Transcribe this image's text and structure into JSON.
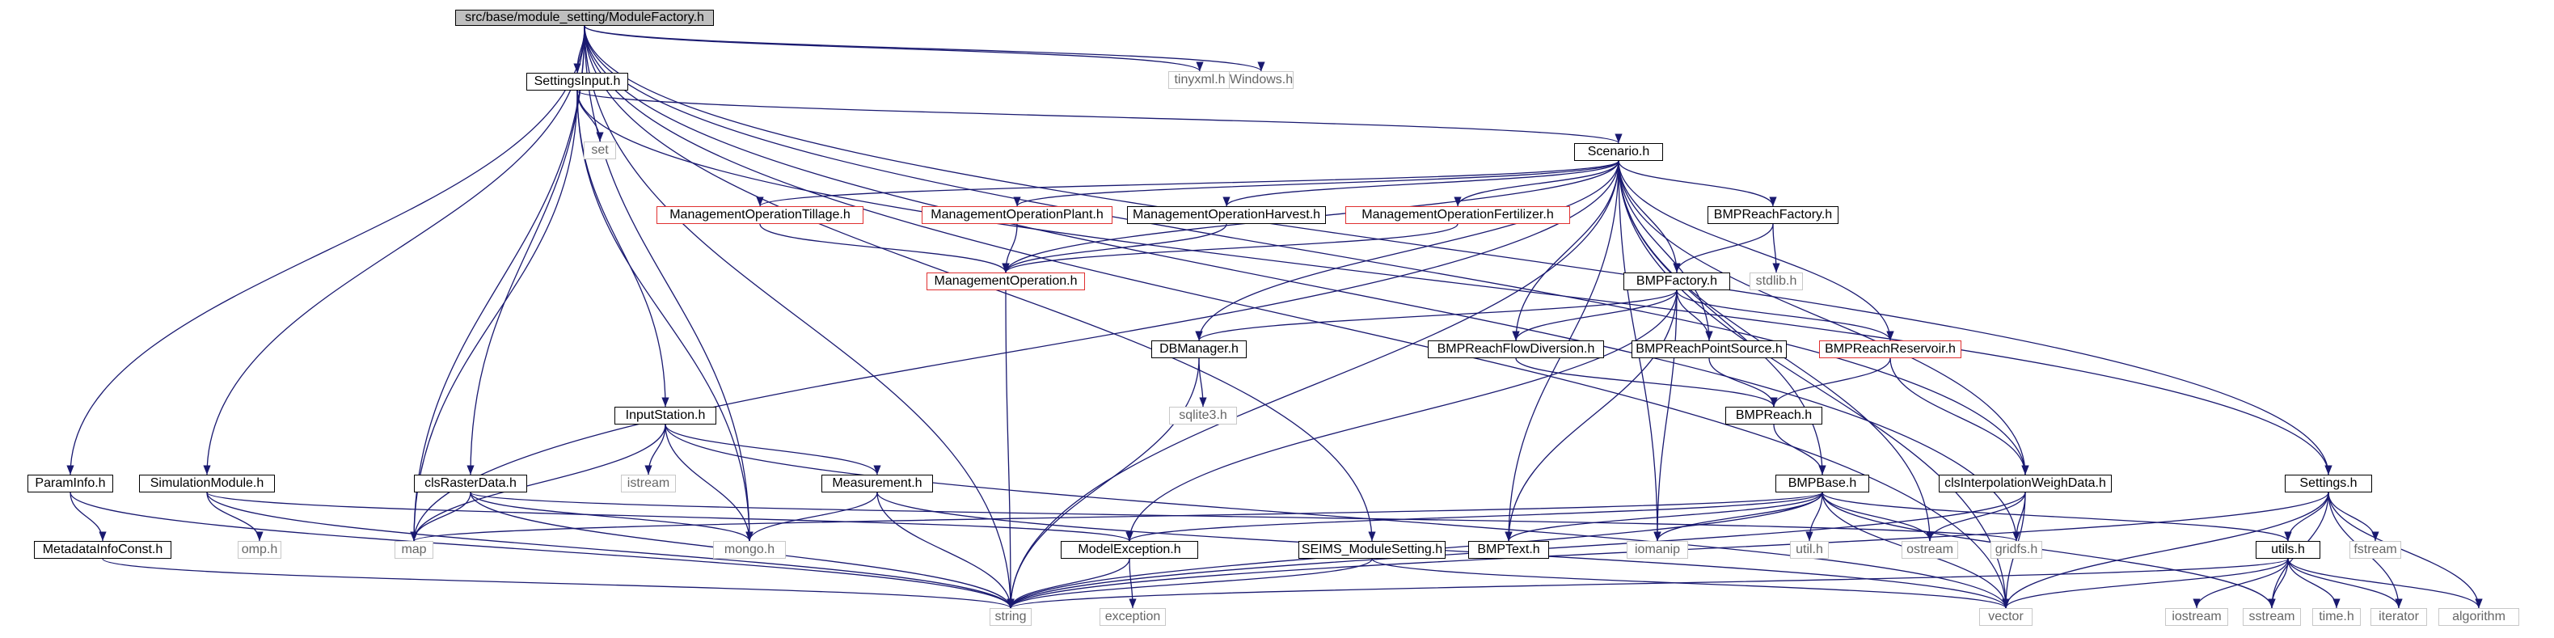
{
  "nodes": [
    {
      "id": "root",
      "label": "src/base/module_setting/ModuleFactory.h",
      "kind": "root"
    },
    {
      "id": "settingsinput",
      "label": "SettingsInput.h",
      "kind": "normal"
    },
    {
      "id": "tinyxml",
      "label": "tinyxml.h",
      "kind": "sys"
    },
    {
      "id": "windows",
      "label": "Windows.h",
      "kind": "sys"
    },
    {
      "id": "set",
      "label": "set",
      "kind": "sys"
    },
    {
      "id": "scenario",
      "label": "Scenario.h",
      "kind": "normal"
    },
    {
      "id": "mot",
      "label": "ManagementOperationTillage.h",
      "kind": "red"
    },
    {
      "id": "mop",
      "label": "ManagementOperationPlant.h",
      "kind": "red"
    },
    {
      "id": "moh",
      "label": "ManagementOperationHarvest.h",
      "kind": "normal"
    },
    {
      "id": "mof",
      "label": "ManagementOperationFertilizer.h",
      "kind": "red"
    },
    {
      "id": "bmpreachfactory",
      "label": "BMPReachFactory.h",
      "kind": "normal"
    },
    {
      "id": "mo",
      "label": "ManagementOperation.h",
      "kind": "red"
    },
    {
      "id": "stdlib",
      "label": "stdlib.h",
      "kind": "sys"
    },
    {
      "id": "bmpfactory",
      "label": "BMPFactory.h",
      "kind": "normal"
    },
    {
      "id": "dbmanager",
      "label": "DBManager.h",
      "kind": "normal"
    },
    {
      "id": "flowdiv",
      "label": "BMPReachFlowDiversion.h",
      "kind": "normal"
    },
    {
      "id": "pointsrc",
      "label": "BMPReachPointSource.h",
      "kind": "normal"
    },
    {
      "id": "reservoir",
      "label": "BMPReachReservoir.h",
      "kind": "red"
    },
    {
      "id": "sqlite3",
      "label": "sqlite3.h",
      "kind": "sys"
    },
    {
      "id": "bmpreach",
      "label": "BMPReach.h",
      "kind": "normal"
    },
    {
      "id": "inputstation",
      "label": "InputStation.h",
      "kind": "normal"
    },
    {
      "id": "paraminfo",
      "label": "ParamInfo.h",
      "kind": "normal"
    },
    {
      "id": "simmodule",
      "label": "SimulationModule.h",
      "kind": "normal"
    },
    {
      "id": "clsraster",
      "label": "clsRasterData.h",
      "kind": "normal"
    },
    {
      "id": "istream",
      "label": "istream",
      "kind": "sys"
    },
    {
      "id": "measurement",
      "label": "Measurement.h",
      "kind": "normal"
    },
    {
      "id": "bmpbase",
      "label": "BMPBase.h",
      "kind": "normal"
    },
    {
      "id": "clsinterp",
      "label": "clsInterpolationWeighData.h",
      "kind": "normal"
    },
    {
      "id": "settings",
      "label": "Settings.h",
      "kind": "normal"
    },
    {
      "id": "metadata",
      "label": "MetadataInfoConst.h",
      "kind": "normal"
    },
    {
      "id": "omp",
      "label": "omp.h",
      "kind": "sys"
    },
    {
      "id": "map",
      "label": "map",
      "kind": "sys"
    },
    {
      "id": "mongo",
      "label": "mongo.h",
      "kind": "sys"
    },
    {
      "id": "modelexc",
      "label": "ModelException.h",
      "kind": "normal"
    },
    {
      "id": "seims",
      "label": "SEIMS_ModuleSetting.h",
      "kind": "normal"
    },
    {
      "id": "bmptext",
      "label": "BMPText.h",
      "kind": "normal"
    },
    {
      "id": "iomanip",
      "label": "iomanip",
      "kind": "sys"
    },
    {
      "id": "utilh",
      "label": "util.h",
      "kind": "sys"
    },
    {
      "id": "ostream",
      "label": "ostream",
      "kind": "sys"
    },
    {
      "id": "gridfs",
      "label": "gridfs.h",
      "kind": "sys"
    },
    {
      "id": "utils",
      "label": "utils.h",
      "kind": "normal"
    },
    {
      "id": "fstream",
      "label": "fstream",
      "kind": "sys"
    },
    {
      "id": "string",
      "label": "string",
      "kind": "sys"
    },
    {
      "id": "exception",
      "label": "exception",
      "kind": "sys"
    },
    {
      "id": "vector",
      "label": "vector",
      "kind": "sys"
    },
    {
      "id": "iostream",
      "label": "iostream",
      "kind": "sys"
    },
    {
      "id": "sstream",
      "label": "sstream",
      "kind": "sys"
    },
    {
      "id": "timeh",
      "label": "time.h",
      "kind": "sys"
    },
    {
      "id": "iterator",
      "label": "iterator",
      "kind": "sys"
    },
    {
      "id": "algorithm",
      "label": "algorithm",
      "kind": "sys"
    }
  ],
  "edges": [
    [
      "root",
      "settingsinput"
    ],
    [
      "root",
      "tinyxml"
    ],
    [
      "root",
      "windows"
    ],
    [
      "root",
      "paraminfo"
    ],
    [
      "root",
      "simmodule"
    ],
    [
      "root",
      "string"
    ],
    [
      "root",
      "map"
    ],
    [
      "root",
      "clsraster"
    ],
    [
      "root",
      "mongo"
    ],
    [
      "root",
      "seims"
    ],
    [
      "root",
      "vector"
    ],
    [
      "root",
      "settings"
    ],
    [
      "root",
      "clsinterp"
    ],
    [
      "root",
      "gridfs"
    ],
    [
      "settingsinput",
      "set"
    ],
    [
      "settingsinput",
      "scenario"
    ],
    [
      "settingsinput",
      "inputstation"
    ],
    [
      "settingsinput",
      "map"
    ],
    [
      "settingsinput",
      "mongo"
    ],
    [
      "settingsinput",
      "settings"
    ],
    [
      "scenario",
      "mot"
    ],
    [
      "scenario",
      "mop"
    ],
    [
      "scenario",
      "moh"
    ],
    [
      "scenario",
      "mof"
    ],
    [
      "scenario",
      "bmpreachfactory"
    ],
    [
      "scenario",
      "bmpfactory"
    ],
    [
      "scenario",
      "dbmanager"
    ],
    [
      "scenario",
      "flowdiv"
    ],
    [
      "scenario",
      "pointsrc"
    ],
    [
      "scenario",
      "reservoir"
    ],
    [
      "scenario",
      "bmpbase"
    ],
    [
      "scenario",
      "clsinterp"
    ],
    [
      "scenario",
      "map"
    ],
    [
      "scenario",
      "string"
    ],
    [
      "scenario",
      "vector"
    ],
    [
      "scenario",
      "mo"
    ],
    [
      "scenario",
      "bmptext"
    ],
    [
      "scenario",
      "ostream"
    ],
    [
      "scenario",
      "iomanip"
    ],
    [
      "mot",
      "mo"
    ],
    [
      "mop",
      "mo"
    ],
    [
      "moh",
      "mo"
    ],
    [
      "mof",
      "mo"
    ],
    [
      "mo",
      "string"
    ],
    [
      "bmpreachfactory",
      "bmpfactory"
    ],
    [
      "bmpreachfactory",
      "stdlib"
    ],
    [
      "bmpfactory",
      "dbmanager"
    ],
    [
      "bmpfactory",
      "flowdiv"
    ],
    [
      "bmpfactory",
      "pointsrc"
    ],
    [
      "bmpfactory",
      "reservoir"
    ],
    [
      "bmpfactory",
      "modelexc"
    ],
    [
      "bmpfactory",
      "bmptext"
    ],
    [
      "bmpfactory",
      "iomanip"
    ],
    [
      "dbmanager",
      "sqlite3"
    ],
    [
      "dbmanager",
      "string"
    ],
    [
      "flowdiv",
      "bmpreach"
    ],
    [
      "pointsrc",
      "bmpreach"
    ],
    [
      "reservoir",
      "bmpreach"
    ],
    [
      "reservoir",
      "clsinterp"
    ],
    [
      "bmpreach",
      "bmpbase"
    ],
    [
      "inputstation",
      "istream"
    ],
    [
      "inputstation",
      "measurement"
    ],
    [
      "inputstation",
      "map"
    ],
    [
      "inputstation",
      "mongo"
    ],
    [
      "inputstation",
      "vector"
    ],
    [
      "paraminfo",
      "metadata"
    ],
    [
      "paraminfo",
      "string"
    ],
    [
      "metadata",
      "string"
    ],
    [
      "simmodule",
      "omp"
    ],
    [
      "simmodule",
      "modelexc"
    ],
    [
      "simmodule",
      "string"
    ],
    [
      "clsraster",
      "map"
    ],
    [
      "clsraster",
      "mongo"
    ],
    [
      "clsraster",
      "string"
    ],
    [
      "clsraster",
      "gridfs"
    ],
    [
      "measurement",
      "mongo"
    ],
    [
      "measurement",
      "string"
    ],
    [
      "measurement",
      "vector"
    ],
    [
      "bmpbase",
      "map"
    ],
    [
      "bmpbase",
      "modelexc"
    ],
    [
      "bmpbase",
      "bmptext"
    ],
    [
      "bmpbase",
      "iomanip"
    ],
    [
      "bmpbase",
      "utilh"
    ],
    [
      "bmpbase",
      "ostream"
    ],
    [
      "bmpbase",
      "string"
    ],
    [
      "bmpbase",
      "vector"
    ],
    [
      "bmpbase",
      "sstream"
    ],
    [
      "bmpbase",
      "utils"
    ],
    [
      "clsinterp",
      "ostream"
    ],
    [
      "clsinterp",
      "gridfs"
    ],
    [
      "clsinterp",
      "string"
    ],
    [
      "clsinterp",
      "vector"
    ],
    [
      "modelexc",
      "exception"
    ],
    [
      "modelexc",
      "string"
    ],
    [
      "seims",
      "string"
    ],
    [
      "seims",
      "vector"
    ],
    [
      "settings",
      "fstream"
    ],
    [
      "settings",
      "utils"
    ],
    [
      "settings",
      "string"
    ],
    [
      "settings",
      "vector"
    ],
    [
      "settings",
      "sstream"
    ],
    [
      "settings",
      "iterator"
    ],
    [
      "settings",
      "algorithm"
    ],
    [
      "utils",
      "iostream"
    ],
    [
      "utils",
      "sstream"
    ],
    [
      "utils",
      "timeh"
    ],
    [
      "utils",
      "iterator"
    ],
    [
      "utils",
      "algorithm"
    ],
    [
      "utils",
      "string"
    ],
    [
      "utils",
      "vector"
    ]
  ],
  "colors": {
    "edge": "#191970",
    "root_fill": "#bfbfbf",
    "red_border": "#e03030",
    "sys_border": "#c8c8c8"
  }
}
